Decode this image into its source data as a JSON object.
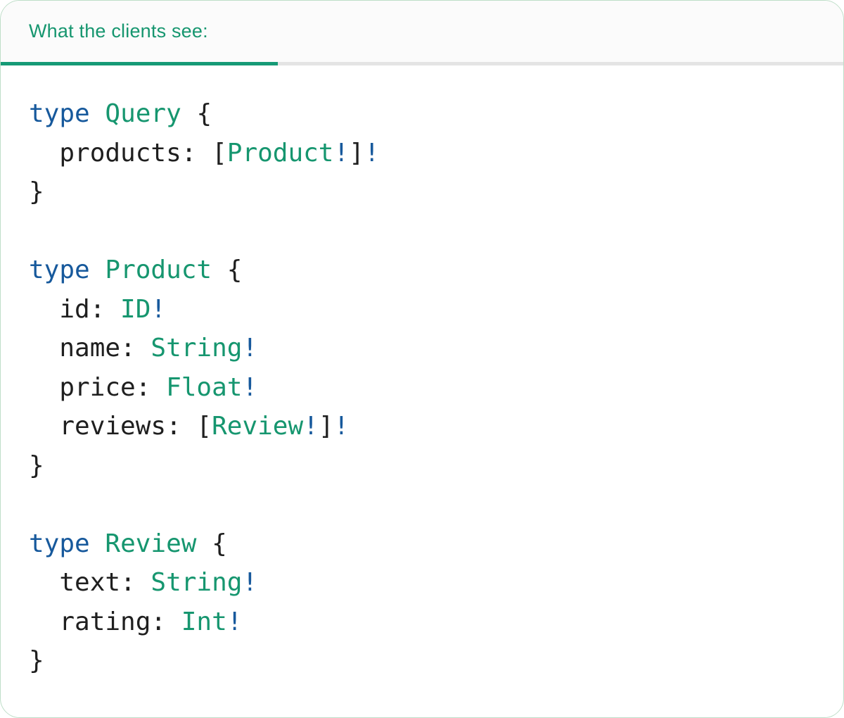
{
  "panel": {
    "tab_label": "What the clients see:"
  },
  "colors": {
    "accent_teal": "#16966F",
    "underline_teal": "#169A76",
    "keyword_blue": "#17599C",
    "code_dark": "#1F1F1F",
    "tab_bar_bg": "#FBFBFB",
    "tab_divider": "#E4E4E4",
    "panel_border": "#BEDEC8"
  },
  "code": {
    "language": "graphql",
    "lines": [
      {
        "tokens": [
          {
            "t": "type",
            "c": "kw"
          },
          {
            "t": " ",
            "c": "plain"
          },
          {
            "t": "Query",
            "c": "type"
          },
          {
            "t": " {",
            "c": "plain"
          }
        ]
      },
      {
        "tokens": [
          {
            "t": "  products: [",
            "c": "plain"
          },
          {
            "t": "Product",
            "c": "type"
          },
          {
            "t": "!",
            "c": "kw"
          },
          {
            "t": "]",
            "c": "plain"
          },
          {
            "t": "!",
            "c": "kw"
          }
        ]
      },
      {
        "tokens": [
          {
            "t": "}",
            "c": "plain"
          }
        ]
      },
      {
        "tokens": []
      },
      {
        "tokens": [
          {
            "t": "type",
            "c": "kw"
          },
          {
            "t": " ",
            "c": "plain"
          },
          {
            "t": "Product",
            "c": "type"
          },
          {
            "t": " {",
            "c": "plain"
          }
        ]
      },
      {
        "tokens": [
          {
            "t": "  id: ",
            "c": "plain"
          },
          {
            "t": "ID",
            "c": "type"
          },
          {
            "t": "!",
            "c": "kw"
          }
        ]
      },
      {
        "tokens": [
          {
            "t": "  name: ",
            "c": "plain"
          },
          {
            "t": "String",
            "c": "type"
          },
          {
            "t": "!",
            "c": "kw"
          }
        ]
      },
      {
        "tokens": [
          {
            "t": "  price: ",
            "c": "plain"
          },
          {
            "t": "Float",
            "c": "type"
          },
          {
            "t": "!",
            "c": "kw"
          }
        ]
      },
      {
        "tokens": [
          {
            "t": "  reviews: [",
            "c": "plain"
          },
          {
            "t": "Review",
            "c": "type"
          },
          {
            "t": "!",
            "c": "kw"
          },
          {
            "t": "]",
            "c": "plain"
          },
          {
            "t": "!",
            "c": "kw"
          }
        ]
      },
      {
        "tokens": [
          {
            "t": "}",
            "c": "plain"
          }
        ]
      },
      {
        "tokens": []
      },
      {
        "tokens": [
          {
            "t": "type",
            "c": "kw"
          },
          {
            "t": " ",
            "c": "plain"
          },
          {
            "t": "Review",
            "c": "type"
          },
          {
            "t": " {",
            "c": "plain"
          }
        ]
      },
      {
        "tokens": [
          {
            "t": "  text: ",
            "c": "plain"
          },
          {
            "t": "String",
            "c": "type"
          },
          {
            "t": "!",
            "c": "kw"
          }
        ]
      },
      {
        "tokens": [
          {
            "t": "  rating: ",
            "c": "plain"
          },
          {
            "t": "Int",
            "c": "type"
          },
          {
            "t": "!",
            "c": "kw"
          }
        ]
      },
      {
        "tokens": [
          {
            "t": "}",
            "c": "plain"
          }
        ]
      }
    ]
  }
}
